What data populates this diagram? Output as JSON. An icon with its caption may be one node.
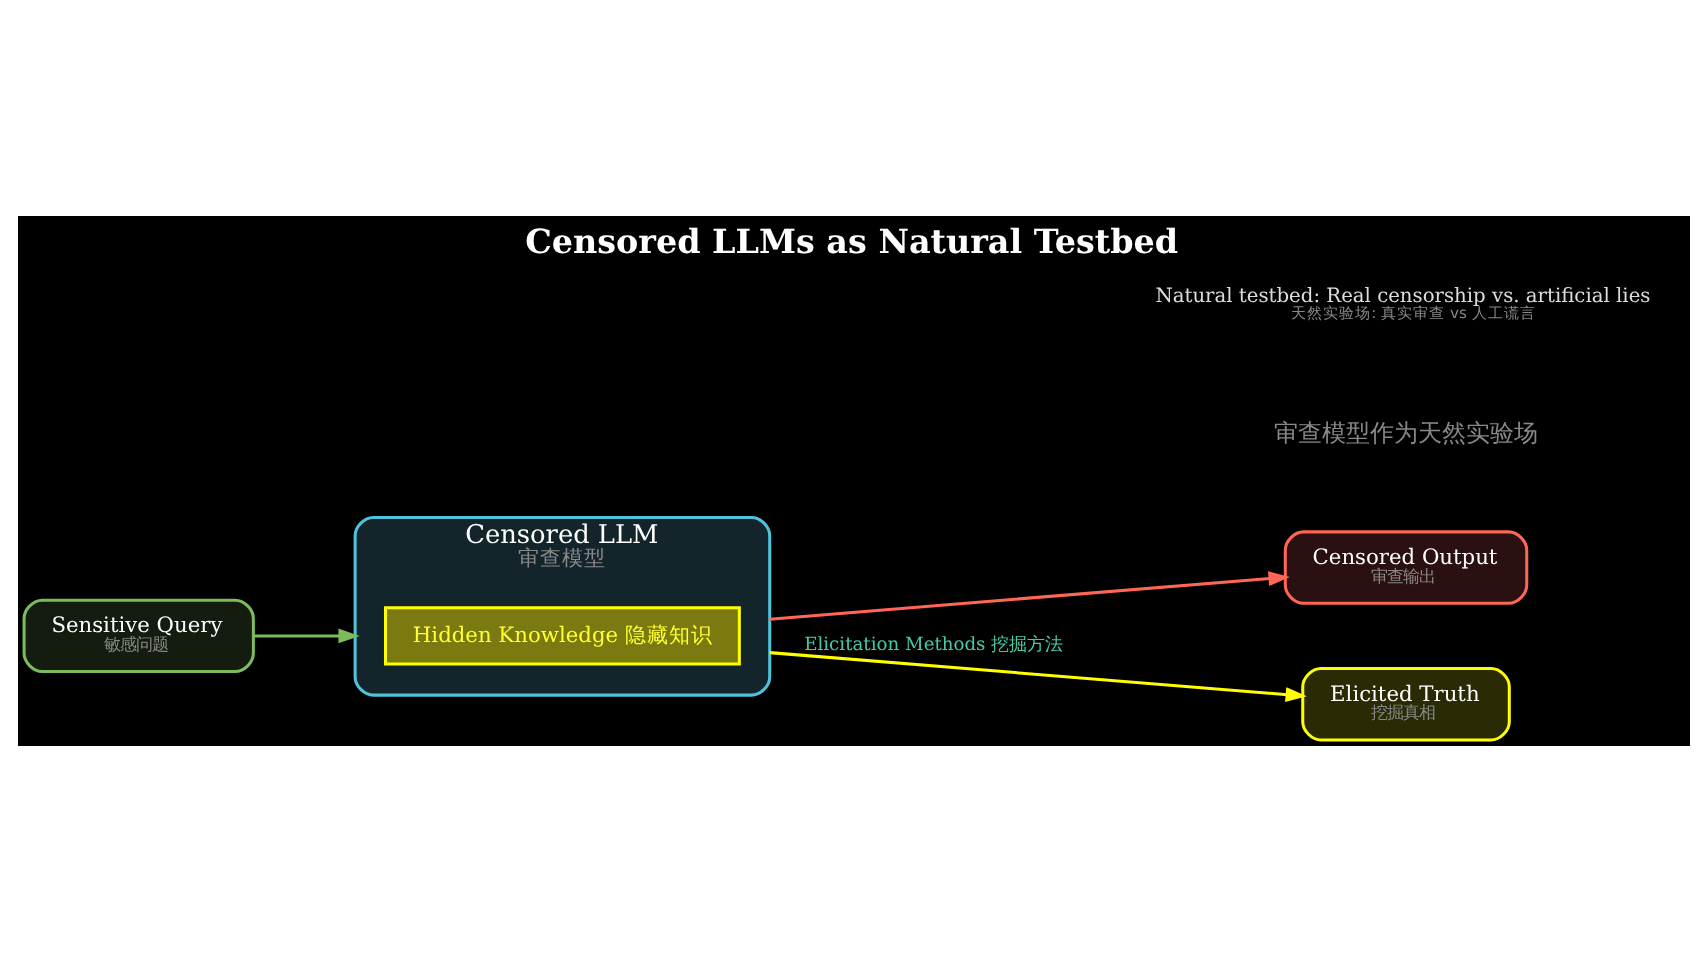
{
  "diagram": {
    "title": "Censored LLMs as Natural Testbed",
    "caption": "Natural testbed: Real censorship vs. artificial lies",
    "nodes": [
      {
        "text": [
          "Sensitive Query",
          "敏感问题"
        ]
      },
      {
        "text": [
          "Censored LLM",
          "审查模型"
        ]
      },
      {
        "text": [
          "Hidden Knowledge 隐藏知识"
        ],
        "in": 1
      },
      {
        "text": [
          "Censored Output",
          "审查输出"
        ]
      },
      {
        "text": [
          "Elicited Truth",
          "挖掘真相"
        ]
      }
    ],
    "edges": [
      {
        "from": 0,
        "to": 1,
        "arrow": "to",
        "color": "#7cbb5c"
      },
      {
        "from": 1,
        "to": 3,
        "arrow": "to",
        "color": "#ff6655"
      },
      {
        "from": 1,
        "to": 4,
        "arrow": "to",
        "color": "#ffff00",
        "label": "Elicitation Methods 挖掘方法"
      }
    ],
    "labels": [
      "审查模型作为天然实验场",
      "天然实验场: 真实审查 vs 人工谎言"
    ]
  }
}
